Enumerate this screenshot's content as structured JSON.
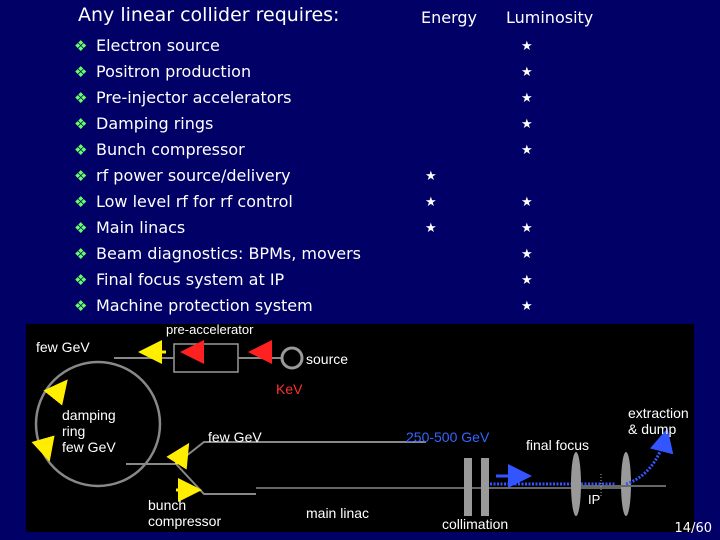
{
  "slide": {
    "title": "Any linear collider requires:",
    "col_energy": "Energy",
    "col_luminosity": "Luminosity",
    "bullet_glyph": "❖",
    "star_glyph": "★",
    "page": "14/60",
    "items": [
      {
        "label": "Electron source",
        "energy": false,
        "luminosity": true
      },
      {
        "label": "Positron production",
        "energy": false,
        "luminosity": true
      },
      {
        "label": "Pre-injector accelerators",
        "energy": false,
        "luminosity": true
      },
      {
        "label": "Damping rings",
        "energy": false,
        "luminosity": true
      },
      {
        "label": "Bunch compressor",
        "energy": false,
        "luminosity": true
      },
      {
        "label": "rf power source/delivery",
        "energy": true,
        "luminosity": false
      },
      {
        "label": "Low level rf for rf control",
        "energy": true,
        "luminosity": true
      },
      {
        "label": "Main linacs",
        "energy": true,
        "luminosity": true
      },
      {
        "label": "Beam diagnostics: BPMs, movers",
        "energy": false,
        "luminosity": true
      },
      {
        "label": "Final focus system at IP",
        "energy": false,
        "luminosity": true
      },
      {
        "label": "Machine protection system",
        "energy": false,
        "luminosity": true
      }
    ]
  },
  "diagram": {
    "pre_accelerator": "pre-accelerator",
    "few_gev_top": "few GeV",
    "source": "source",
    "kev": "KeV",
    "damping": "damping",
    "ring": "ring",
    "few_gev_ring": "few GeV",
    "few_gev_mid": "few GeV",
    "energy_range": "250-500 GeV",
    "final_focus": "final focus",
    "extraction": "extraction",
    "dump": "& dump",
    "bunch": "bunch",
    "compressor": "compressor",
    "main_linac": "main linac",
    "collimation": "collimation",
    "ip": "IP",
    "colors": {
      "red": "#ff2020",
      "yellow": "#ffee00",
      "blue": "#3355ff",
      "label_red": "#ff3030",
      "label_blue": "#3366ff"
    }
  }
}
